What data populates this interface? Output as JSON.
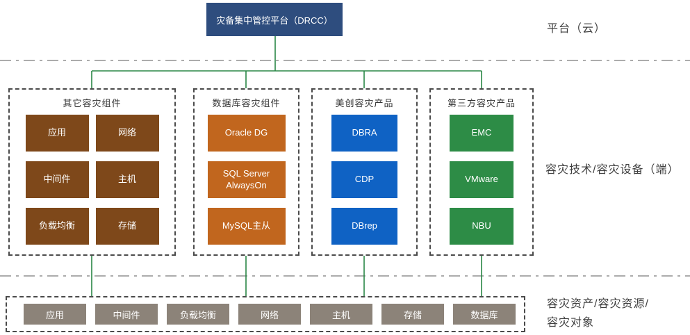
{
  "root": {
    "label": "灾备集中管控平台（DRCC）"
  },
  "layer_labels": {
    "top": "平台（云）",
    "middle": "容灾技术/容灾设备（端）",
    "bottom_line1": "容灾资产/容灾资源/",
    "bottom_line2": "容灾对象"
  },
  "groups": [
    {
      "title": "其它容灾组件",
      "color": "#7E481A",
      "items": [
        "应用",
        "网络",
        "中间件",
        "主机",
        "负载均衡",
        "存储"
      ]
    },
    {
      "title": "数据库容灾组件",
      "color": "#C1661E",
      "items": [
        "Oracle DG",
        "SQL Server AlwaysOn",
        "MySQL主从"
      ]
    },
    {
      "title": "美创容灾产品",
      "color": "#0F62C4",
      "items": [
        "DBRA",
        "CDP",
        "DBrep"
      ]
    },
    {
      "title": "第三方容灾产品",
      "color": "#2D8C46",
      "items": [
        "EMC",
        "VMware",
        "NBU"
      ]
    }
  ],
  "bottom_row": {
    "items": [
      "应用",
      "中间件",
      "负载均衡",
      "网络",
      "主机",
      "存储",
      "数据库"
    ]
  },
  "palette": {
    "root_navy": "#2E4D7E",
    "brown": "#7E481A",
    "orange": "#C1661E",
    "blue": "#0F62C4",
    "green": "#2D8C46",
    "resource_gray": "#8C8379",
    "connector_green": "#2A8746",
    "divider_gray": "#ACACAC",
    "dashed_border": "#4A4A4A"
  }
}
